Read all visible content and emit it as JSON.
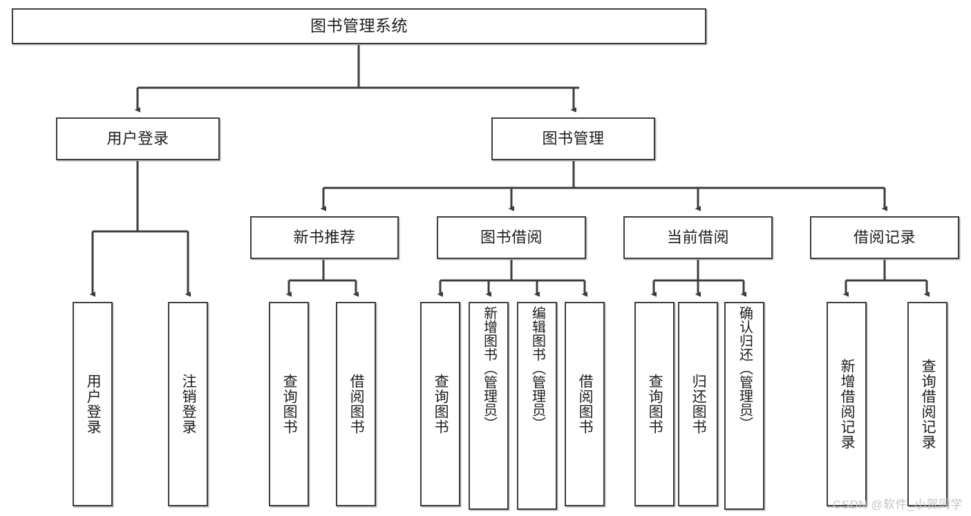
{
  "diagram": {
    "title": "图书管理系统",
    "type": "tree",
    "colors": {
      "box_border": "#3c3c3c",
      "box_fill": "#ffffff",
      "connector": "#3c3c3c",
      "text": "#1d1d1d",
      "watermark": "#c6c6c6"
    },
    "watermark": "CSDN @软件_小贺同学",
    "nodes": {
      "root": {
        "label": "图书管理系统"
      },
      "level1": [
        {
          "id": "user-login",
          "label": "用户登录"
        },
        {
          "id": "book-manage",
          "label": "图书管理"
        }
      ],
      "level2": [
        {
          "id": "new-book-recommend",
          "label": "新书推荐"
        },
        {
          "id": "book-borrow",
          "label": "图书借阅"
        },
        {
          "id": "current-borrow",
          "label": "当前借阅"
        },
        {
          "id": "borrow-record",
          "label": "借阅记录"
        }
      ],
      "leaves": {
        "user-login": [
          {
            "id": "leaf-user-login",
            "label": "用户登录"
          },
          {
            "id": "leaf-logout",
            "label": "注销登录"
          }
        ],
        "new-book-recommend": [
          {
            "id": "leaf-query-book-1",
            "label": "查询图书"
          },
          {
            "id": "leaf-borrow-book-1",
            "label": "借阅图书"
          }
        ],
        "book-borrow": [
          {
            "id": "leaf-query-book-2",
            "label": "查询图书"
          },
          {
            "id": "leaf-add-book",
            "label": "新增图书（管理员）"
          },
          {
            "id": "leaf-edit-book",
            "label": "编辑图书（管理员）"
          },
          {
            "id": "leaf-borrow-book-2",
            "label": "借阅图书"
          }
        ],
        "current-borrow": [
          {
            "id": "leaf-query-book-3",
            "label": "查询图书"
          },
          {
            "id": "leaf-return-book",
            "label": "归还图书"
          },
          {
            "id": "leaf-confirm-return",
            "label": "确认归还（管理员）"
          }
        ],
        "borrow-record": [
          {
            "id": "leaf-add-record",
            "label": "新增借阅记录"
          },
          {
            "id": "leaf-query-record",
            "label": "查询借阅记录"
          }
        ]
      }
    }
  }
}
